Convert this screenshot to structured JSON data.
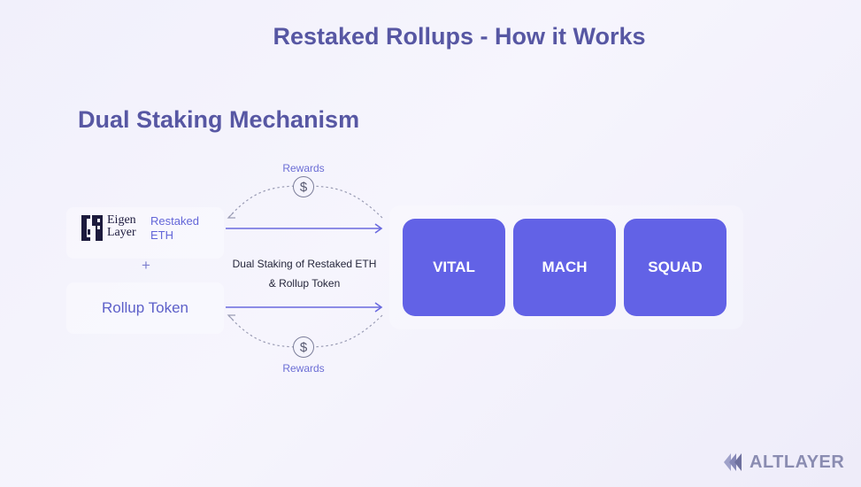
{
  "title": "Restaked Rollups - How it Works",
  "subtitle": "Dual Staking Mechanism",
  "eigenlayer_logo": {
    "line1": "Eigen",
    "line2": "Layer"
  },
  "restaked_eth_label": {
    "line1": "Restaked",
    "line2": "ETH"
  },
  "plus_sign": "+",
  "rollup_token_label": "Rollup Token",
  "rewards_top": "Rewards",
  "rewards_bottom": "Rewards",
  "dollar_icon_glyph": "$",
  "dual_staking_text": {
    "line1": "Dual Staking of Restaked ETH",
    "line2": "& Rollup Token"
  },
  "rollups": [
    "VITAL",
    "MACH",
    "SQUAD"
  ],
  "brand": "ALTLAYER",
  "colors": {
    "title": "#5757a3",
    "accent": "#6262e6",
    "label": "#6366d8",
    "arrow": "#6a6adf",
    "dashed": "#9a9cb4",
    "background": "#f3f2fc"
  }
}
